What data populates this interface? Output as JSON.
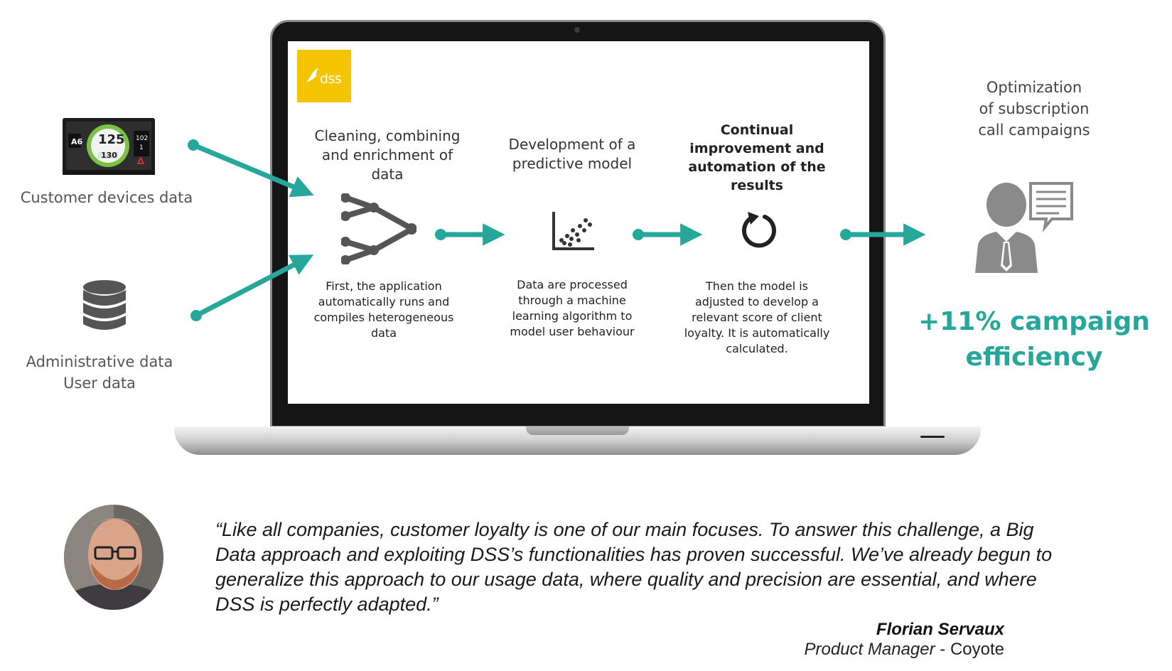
{
  "inputs": {
    "devices_label": "Customer devices data",
    "admin_label_line1": "Administrative data",
    "admin_label_line2": "User data",
    "device_screen": {
      "speed": "125",
      "limit": "130",
      "road": "A6",
      "right_top": "102",
      "right_bottom": "1"
    }
  },
  "logo": {
    "text": "dss",
    "color": "#f5c400"
  },
  "steps": [
    {
      "title_lines": [
        "Cleaning, combining",
        "and enrichment of",
        "data"
      ],
      "desc_lines": [
        "First, the application",
        "automatically runs and",
        "compiles heterogeneous",
        "data"
      ],
      "icon": "merge-icon"
    },
    {
      "title_lines": [
        "Development of a",
        "predictive model"
      ],
      "desc_lines": [
        "Data are processed",
        "through a machine",
        "learning algorithm to",
        "model user  behaviour"
      ],
      "icon": "scatter-plot-icon"
    },
    {
      "title_lines": [
        "Continual",
        "improvement and",
        "automation of the",
        "results"
      ],
      "desc_lines": [
        "Then the model is",
        "adjusted to develop a",
        "relevant score of client",
        "loyalty. It is automatically",
        "calculated."
      ],
      "icon": "refresh-icon"
    }
  ],
  "outcome": {
    "title_lines": [
      "Optimization",
      "of subscription",
      "call campaigns"
    ],
    "result_lines": [
      "+11% campaign",
      "efficiency"
    ],
    "icon": "agent-speech-icon"
  },
  "testimonial": {
    "quote_line1": "“Like all companies, customer loyalty is one of our main focuses. To answer this challenge, a Big",
    "quote_line2": "Data approach and exploiting DSS’s functionalities has proven successful. We’ve already begun to",
    "quote_line3": "generalize this approach to our usage data, where quality and precision are essential, and where",
    "quote_line4": "DSS is perfectly adapted.”",
    "author": "Florian Servaux",
    "role_title": "Product Manager",
    "role_sep": " - ",
    "company": "Coyote"
  },
  "colors": {
    "accent": "#26a79b",
    "icon_gray": "#555555",
    "person_gray": "#8a8a8a"
  }
}
